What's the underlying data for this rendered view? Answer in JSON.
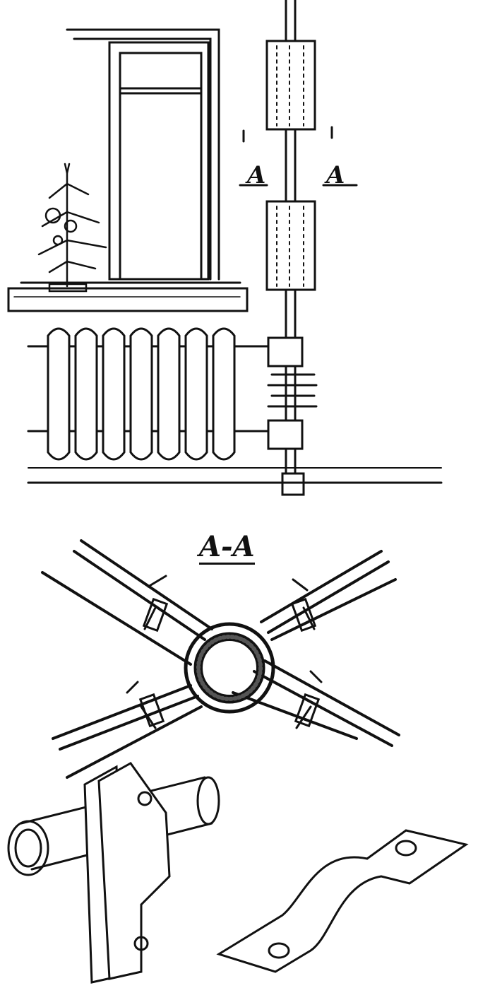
{
  "labels": {
    "section_mark_left": "A",
    "section_mark_right": "A",
    "section_title": "A-A"
  },
  "colors": {
    "ink": "#111111",
    "paper": "#ffffff",
    "shade": "#cfcfcf"
  }
}
